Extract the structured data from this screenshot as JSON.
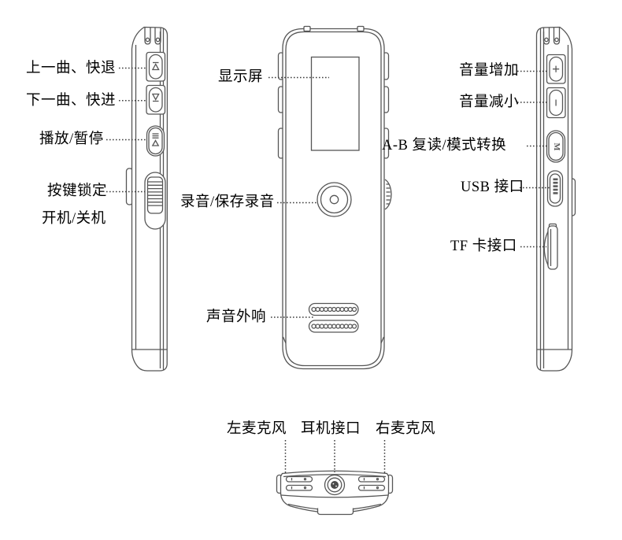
{
  "device_diagram": {
    "title": "voice-recorder-parts-diagram",
    "labels": {
      "prev_track": "上一曲、快退",
      "next_track": "下一曲、快进",
      "play_pause": "播放/暂停",
      "key_lock": "按键锁定",
      "power": "开机/关机",
      "display": "显示屏",
      "record": "录音/保存录音",
      "speaker": "声音外响",
      "volume_up": "音量增加",
      "volume_down": "音量减小",
      "ab_repeat_mode": "A-B 复读/模式转换",
      "usb_port": "USB 接口",
      "tf_card": "TF 卡接口",
      "left_mic": "左麦克风",
      "earphone_jack": "耳机接口",
      "right_mic": "右麦克风"
    },
    "button_glyphs": {
      "volume_up": "+",
      "volume_down": "-",
      "mode": "M"
    },
    "colors": {
      "line": "#565656",
      "leader": "#3f3f3f",
      "text": "#000000",
      "background": "#ffffff"
    }
  }
}
